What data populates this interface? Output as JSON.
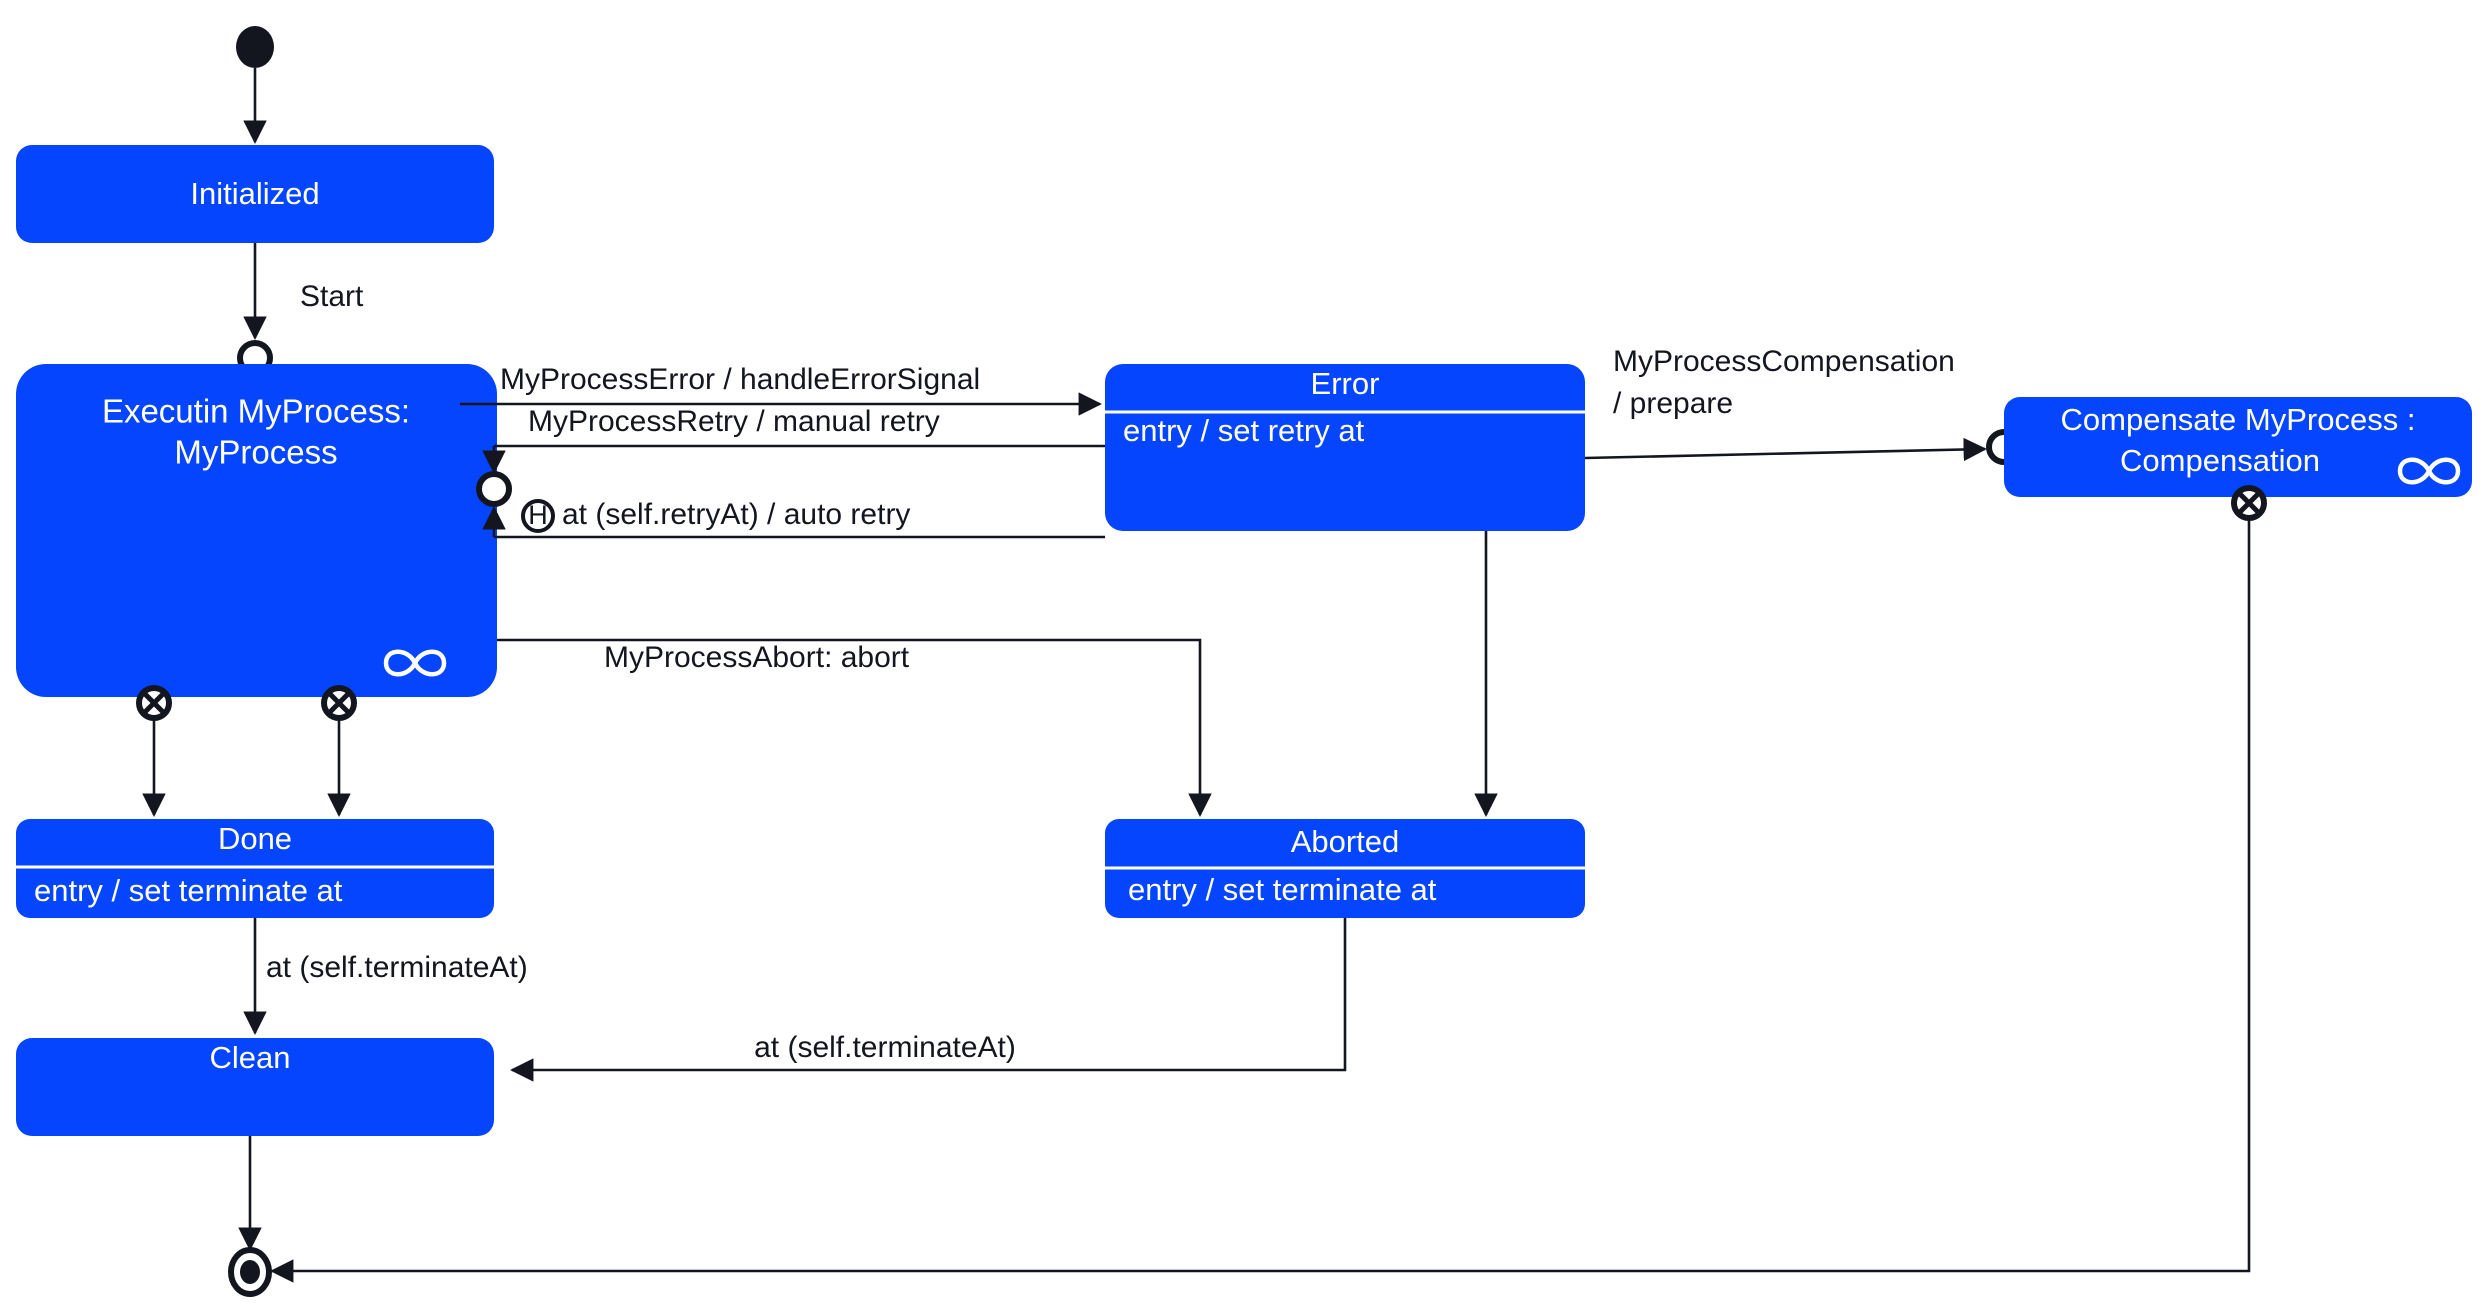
{
  "diagram": {
    "type": "uml-state-machine",
    "title": "MyProcess State Machine",
    "colors": {
      "state_fill": "#0645fe",
      "state_text": "#ffffff",
      "edge": "#14161f",
      "background": "#ffffff"
    }
  },
  "states": {
    "initialized": {
      "name": "Initialized",
      "body": ""
    },
    "executing": {
      "name": "Executin MyProcess:",
      "name_line2": "MyProcess",
      "marker": "infinity"
    },
    "error": {
      "name": "Error",
      "body": "entry / set retry at"
    },
    "compensate": {
      "name": "Compensate MyProcess :",
      "name_line2": "Compensation",
      "marker": "infinity"
    },
    "done": {
      "name": "Done",
      "body": "entry / set terminate at"
    },
    "aborted": {
      "name": "Aborted",
      "body": "entry / set terminate at"
    },
    "clean": {
      "name": "Clean",
      "body": ""
    }
  },
  "transitions": {
    "start": "Start",
    "process_error": "MyProcessError / handleErrorSignal",
    "process_retry": "MyProcessRetry / manual retry",
    "auto_retry": "at (self.retryAt) / auto retry",
    "auto_retry_history": "H",
    "compensation": "MyProcessCompensation",
    "compensation_line2": "/ prepare",
    "abort": "MyProcessAbort: abort",
    "done_terminate": "at (self.terminateAt)",
    "aborted_terminate": "at (self.terminateAt)"
  },
  "pseudostates": {
    "initial": "initial-state",
    "final": "final-state",
    "entry_point": "entry-point",
    "exit_point": "exit-point",
    "history": "shallow-history"
  }
}
